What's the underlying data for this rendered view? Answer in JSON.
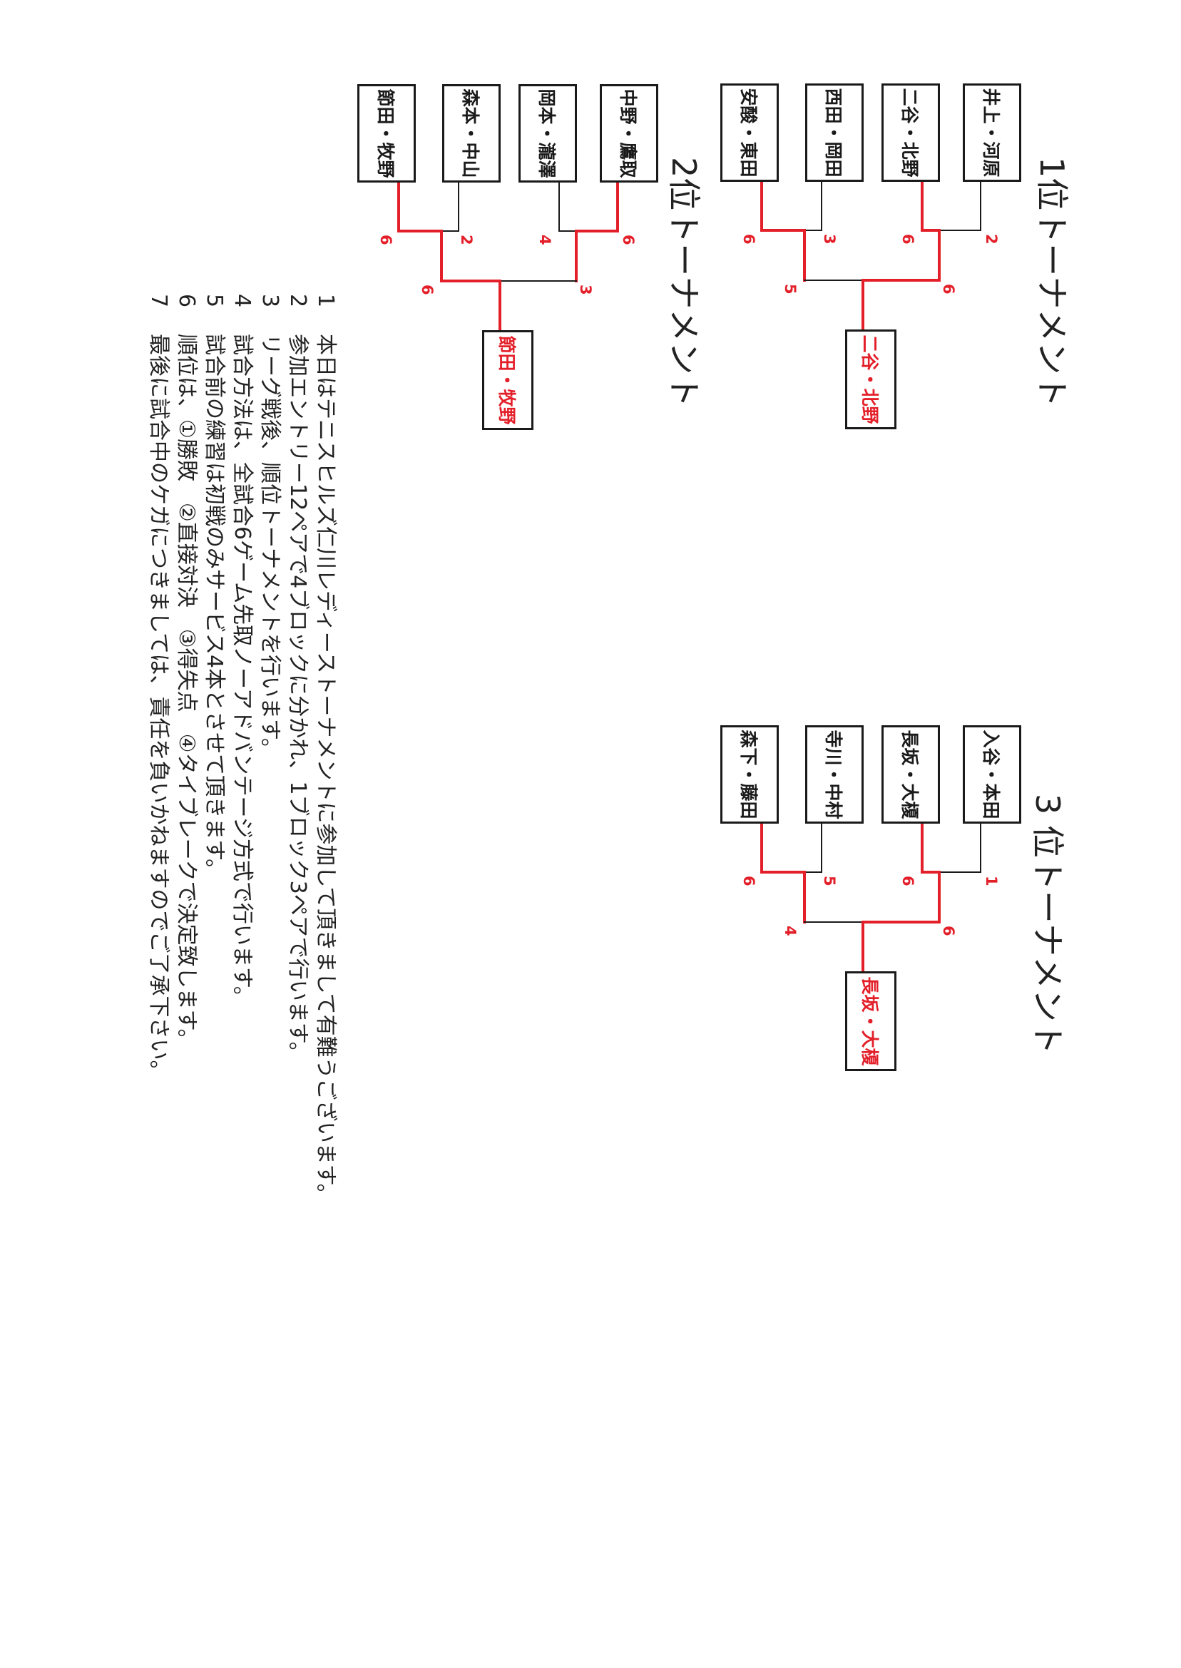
{
  "tournaments": [
    {
      "title": "1位トーナメント",
      "pairs": [
        "井上・河原",
        "二谷・北野",
        "西田・岡田",
        "安酸・東田"
      ],
      "round1_scores": [
        "2",
        "6",
        "3",
        "6"
      ],
      "round1_winners": [
        1,
        3
      ],
      "final_scores": [
        "6",
        "5"
      ],
      "final_winner": 0,
      "champion": "二谷・北野"
    },
    {
      "title": "2位トーナメント",
      "pairs": [
        "中野・鷹取",
        "岡本・瀧澤",
        "森本・中山",
        "節田・牧野"
      ],
      "round1_scores": [
        "6",
        "4",
        "2",
        "6"
      ],
      "round1_winners": [
        0,
        3
      ],
      "final_scores": [
        "3",
        "6"
      ],
      "final_winner": 1,
      "champion": "節田・牧野"
    },
    {
      "title": "3 位トーナメント",
      "pairs": [
        "入谷・本田",
        "長坂・大榎",
        "寺川・中村",
        "森下・藤田"
      ],
      "round1_scores": [
        "1",
        "6",
        "5",
        "6"
      ],
      "round1_winners": [
        1,
        3
      ],
      "final_scores": [
        "6",
        "4"
      ],
      "final_winner": 0,
      "champion": "長坂・大榎"
    }
  ],
  "notes": [
    {
      "num": "1",
      "text": "本日はテニスヒルズ仁川レディーストーナメントに参加して頂きまして有難うございます。"
    },
    {
      "num": "2",
      "text": "参加エントリー12ペアで4ブロックに分かれ、1ブロック3ペアで行います。"
    },
    {
      "num": "3",
      "text": "リーグ戦後、順位トーナメントを行います。"
    },
    {
      "num": "4",
      "text": "試合方法は、全試合6ゲーム先取ノーアドバンテージ方式で行います。"
    },
    {
      "num": "5",
      "text": "試合前の練習は初戦のみサービス4本とさせて頂きます。"
    },
    {
      "num": "6",
      "text": "順位は、①勝敗　②直接対決　③得失点　④タイブレークで決定致します。"
    },
    {
      "num": "7",
      "text": "最後に試合中のケガにつきましては、責任を負いかねますのでご了承下さい。"
    }
  ],
  "colors": {
    "winner": "#e3202a",
    "line": "#1a1a1a"
  }
}
